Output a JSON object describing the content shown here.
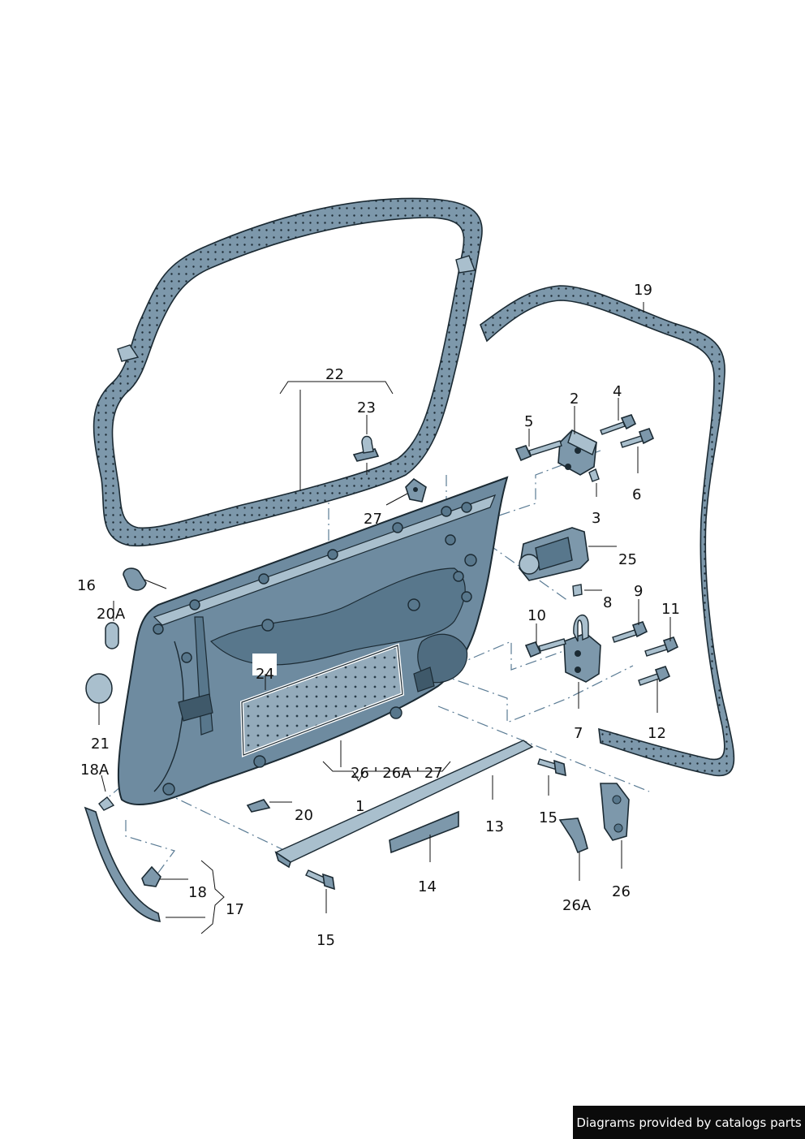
{
  "credit": "Diagrams provided by catalogs parts",
  "labels": {
    "l1": "1",
    "l2": "2",
    "l3": "3",
    "l4": "4",
    "l5": "5",
    "l6": "6",
    "l7": "7",
    "l8": "8",
    "l9": "9",
    "l10": "10",
    "l11": "11",
    "l12": "12",
    "l13": "13",
    "l14": "14",
    "l15a": "15",
    "l15b": "15",
    "l16": "16",
    "l17": "17",
    "l18": "18",
    "l18A": "18A",
    "l19": "19",
    "l20": "20",
    "l20A": "20A",
    "l21": "21",
    "l22": "22",
    "l23": "23",
    "l24": "24",
    "l25": "25",
    "l26": "26",
    "l26A": "26A",
    "l27": "27",
    "l26_26A_27": "26 ' 26A ' 27"
  },
  "colors": {
    "part": "#7d98ab",
    "part_light": "#a9bfcd",
    "part_dark": "#58778c",
    "outline": "#1b2a33",
    "dash_line": "#5a7b94"
  }
}
